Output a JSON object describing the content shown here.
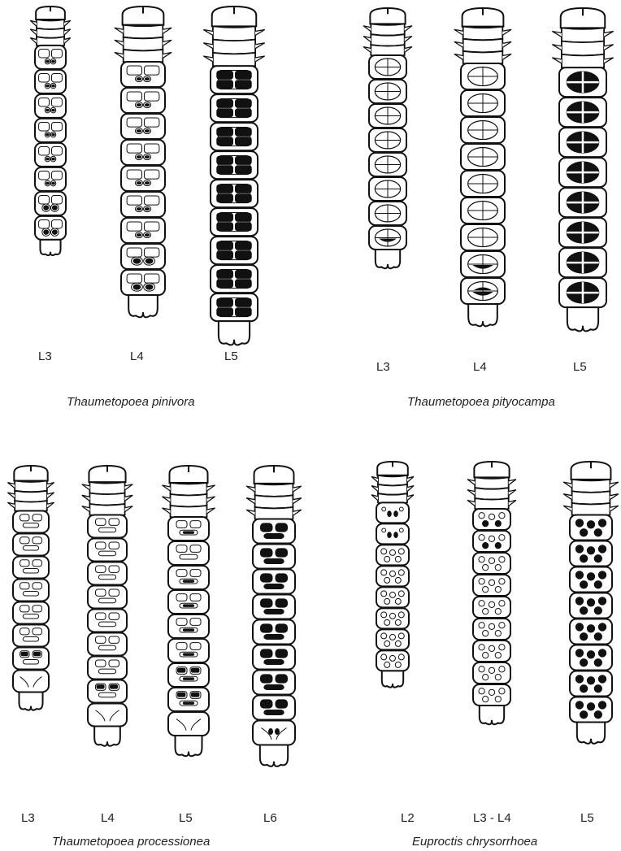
{
  "colors": {
    "outline": "#111111",
    "fill": "#ffffff",
    "dark": "#111111"
  },
  "panels": [
    {
      "species": "Thaumetopoea pinivora",
      "larvae": [
        {
          "stage": "L3",
          "pattern": "pinivora",
          "segments": [
            "Ps",
            "Ps",
            "Ps",
            "Ps",
            "Ps",
            "Ps",
            "Pm",
            "Pm"
          ]
        },
        {
          "stage": "L4",
          "pattern": "pinivora",
          "segments": [
            "Ps",
            "Ps",
            "Ps",
            "Ps",
            "Ps",
            "Ps",
            "Ps",
            "Pm",
            "Pm"
          ]
        },
        {
          "stage": "L5",
          "pattern": "pinivora",
          "segments": [
            "Pb",
            "Pb",
            "Pb",
            "Pb",
            "Pb",
            "Pb",
            "Pb",
            "Pb",
            "Pb"
          ]
        }
      ]
    },
    {
      "species": "Thaumetopoea pityocampa",
      "larvae": [
        {
          "stage": "L3",
          "pattern": "pityocampa",
          "segments": [
            "Y0",
            "Y0",
            "Y0",
            "Y0",
            "Y0",
            "Y0",
            "Y0",
            "Y1"
          ]
        },
        {
          "stage": "L4",
          "pattern": "pityocampa",
          "segments": [
            "Y0",
            "Y0",
            "Y0",
            "Y0",
            "Y0",
            "Y0",
            "Y0",
            "Y1",
            "Y2"
          ]
        },
        {
          "stage": "L5",
          "pattern": "pityocampa",
          "segments": [
            "Yb",
            "Yb",
            "Yb",
            "Yb",
            "Yb",
            "Yb",
            "Yb",
            "Yb"
          ]
        }
      ]
    },
    {
      "species": "Thaumetopoea processionea",
      "larvae": [
        {
          "stage": "L3",
          "pattern": "processionea",
          "segments": [
            "R0",
            "R0",
            "R0",
            "R0",
            "R0",
            "R0",
            "R1",
            "R9"
          ]
        },
        {
          "stage": "L4",
          "pattern": "processionea",
          "segments": [
            "R0",
            "R0",
            "R0",
            "R0",
            "R0",
            "R0",
            "R0",
            "R1",
            "R9"
          ]
        },
        {
          "stage": "L5",
          "pattern": "processionea",
          "segments": [
            "R2",
            "R0",
            "R2",
            "R2",
            "R2",
            "R2",
            "R3",
            "R3",
            "R9"
          ]
        },
        {
          "stage": "L6",
          "pattern": "processionea",
          "segments": [
            "Rb",
            "Rb",
            "Rb",
            "Rb",
            "Rb",
            "Rb",
            "Rb",
            "Rb",
            "R8"
          ]
        }
      ]
    },
    {
      "species": "Euproctis chrysorrhoea",
      "larvae": [
        {
          "stage": "L2",
          "pattern": "euproctis",
          "segments": [
            "E2",
            "E2",
            "E0",
            "E0",
            "E0",
            "E0",
            "E0",
            "E0"
          ]
        },
        {
          "stage": "L3 - L4",
          "pattern": "euproctis",
          "segments": [
            "E1",
            "E1",
            "E0",
            "E0",
            "E0",
            "E0",
            "E0",
            "E0",
            "E0"
          ]
        },
        {
          "stage": "L5",
          "pattern": "euproctis",
          "segments": [
            "Eb",
            "Eb",
            "Eb",
            "Eb",
            "Eb",
            "Eb",
            "Eb",
            "Eb"
          ]
        }
      ]
    }
  ]
}
